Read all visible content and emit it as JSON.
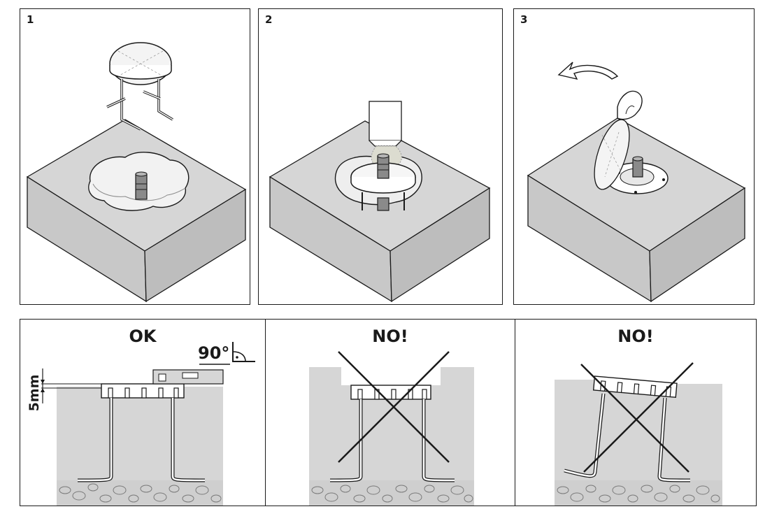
{
  "steps": [
    {
      "number": "1"
    },
    {
      "number": "2"
    },
    {
      "number": "3"
    }
  ],
  "checks": [
    {
      "verdict": "OK",
      "dimension": "5mm",
      "angle": "90°"
    },
    {
      "verdict": "NO!"
    },
    {
      "verdict": "NO!"
    }
  ],
  "colors": {
    "concrete": "#d6d6d6",
    "concrete_shade": "#c4c4c4",
    "concrete_dark": "#b3b3b3",
    "gravel": "#cfcfcf",
    "line": "#1a1a1a",
    "post": "#8a8a8a"
  }
}
